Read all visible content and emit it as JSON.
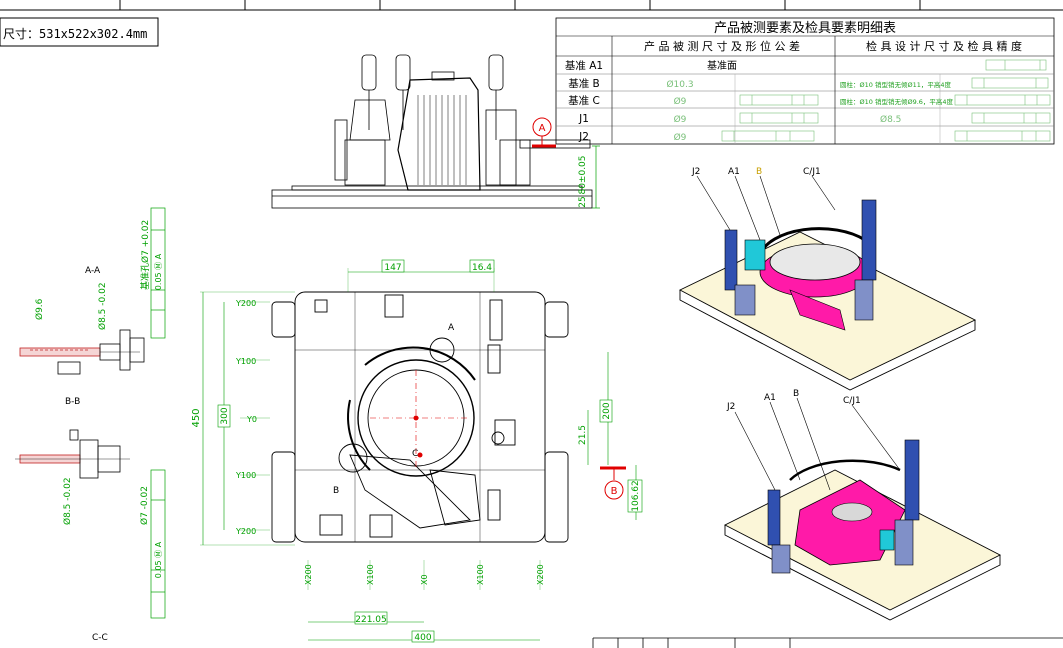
{
  "header": {
    "overall_size": "尺寸：531x522x302.4mm"
  },
  "table": {
    "title": "产品被测要素及检具要素明细表",
    "col1": "产 品 被 测 尺 寸 及 形 位 公 差",
    "col2": "检 具 设 计 尺 寸 及 检 具 精 度",
    "rows": [
      {
        "label": "基准 A1",
        "product": "基准面",
        "gauge": ""
      },
      {
        "label": "基准 B",
        "product": "Ø10.3",
        "gauge": "圆柱：Ø10  销型销无倾Ø11，平高4度"
      },
      {
        "label": "基准 C",
        "product": "Ø9",
        "gauge": "圆柱：Ø10  销型销无倾Ø9.6，平高4度"
      },
      {
        "label": "J1",
        "product": "Ø9",
        "gauge": "Ø8.5"
      },
      {
        "label": "J2",
        "product": "Ø9",
        "gauge": ""
      }
    ]
  },
  "labels": {
    "datum_a": "A",
    "datum_b": "B",
    "section_aa": "A-A",
    "section_bb": "B-B",
    "section_cc": "C-C",
    "iso_j2": "J2",
    "iso_a1": "A1",
    "iso_b": "B",
    "iso_cj1": "C/J1",
    "iso2_j2": "J2",
    "iso2_a1": "A1",
    "iso2_b": "B",
    "iso2_cj1": "C/J1",
    "mark_a": "A",
    "mark_b": "B",
    "mark_c": "C"
  },
  "dimensions": {
    "d147": "147",
    "d164": "16.4",
    "d450": "450",
    "d300": "300",
    "d200": "200",
    "d215": "21.5",
    "d1062": "106.62",
    "d80": "80±0.05",
    "d25": "25",
    "d22105": "221.05",
    "d400": "400",
    "y200t": "Y200",
    "y100t": "Y100",
    "y0": "Y0",
    "y100b": "Y100",
    "y200b": "Y200",
    "x200l": "X200",
    "x100l": "X100",
    "x0": "X0",
    "x100r": "X100",
    "x200r": "X200",
    "aa_d96": "Ø9.6",
    "aa_d85": "Ø8.5 -0.02",
    "aa_dim": "基准孔Ø7 +0.02",
    "aa_tol1": "0.05 Ⓜ A",
    "bb_d85": "Ø8.5 -0.02",
    "bb_d7": "Ø7 -0.02",
    "bb_tol": "0.05 Ⓜ A"
  },
  "colors": {
    "line": "#000000",
    "dim": "#00a000",
    "datum": "#e00000",
    "magenta": "#ff1aa8",
    "cyan": "#20c8d8",
    "blue": "#2040c0",
    "yellow": "#e8c020"
  }
}
